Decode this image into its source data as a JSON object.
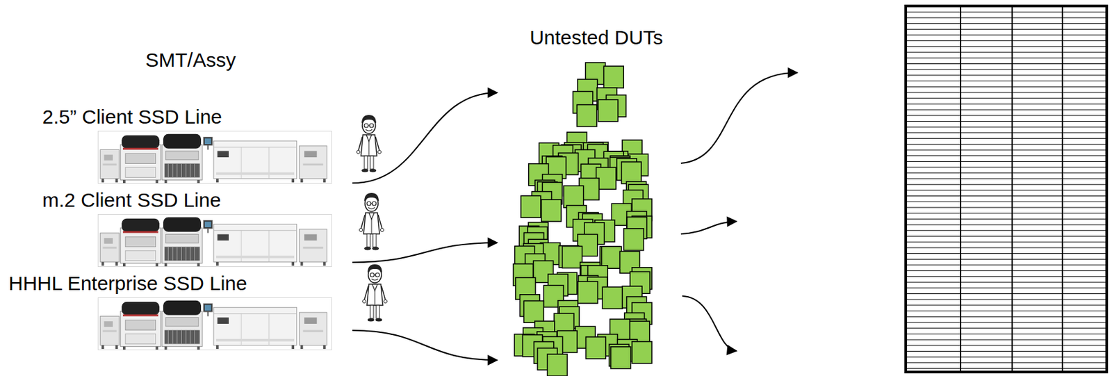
{
  "diagram": {
    "nodes": [
      {
        "text": [
          "2.5” Client SSD Line"
        ]
      },
      {
        "text": [
          "m.2 Client SSD Line"
        ]
      },
      {
        "text": [
          "HHHL Enterprise SSD Line"
        ]
      },
      {
        "text": [
          "Untested DUTs"
        ]
      }
    ],
    "edges": [
      {
        "from": 0,
        "to": 3,
        "arrow": "to"
      },
      {
        "from": 1,
        "to": 3,
        "arrow": "to"
      },
      {
        "from": 2,
        "to": 3,
        "arrow": "to"
      }
    ],
    "labels": [
      "SMT/Assy"
    ]
  }
}
